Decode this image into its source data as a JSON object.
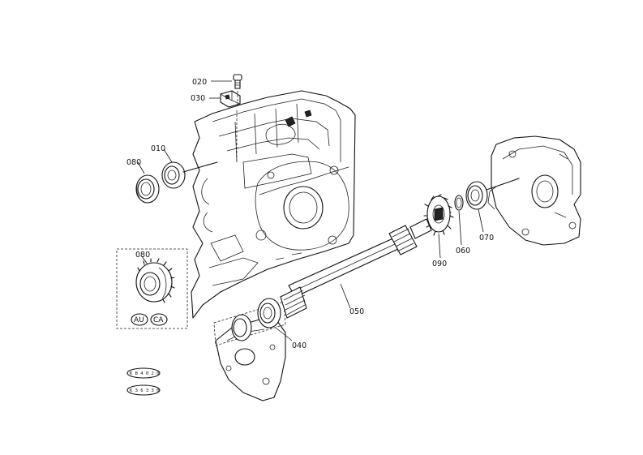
{
  "diagram": {
    "part_labels": {
      "p020": "020",
      "p030": "030",
      "p010": "010",
      "p080a": "080",
      "p080b": "080",
      "p050": "050",
      "p040": "040",
      "p090": "090",
      "p060": "060",
      "p070": "070"
    },
    "variant_badges": {
      "au": "AU",
      "ca": "CA"
    },
    "serial_tags": {
      "tag1": "K B 4 0 2 0",
      "tag2": "K 3 6 3 3 0"
    }
  }
}
